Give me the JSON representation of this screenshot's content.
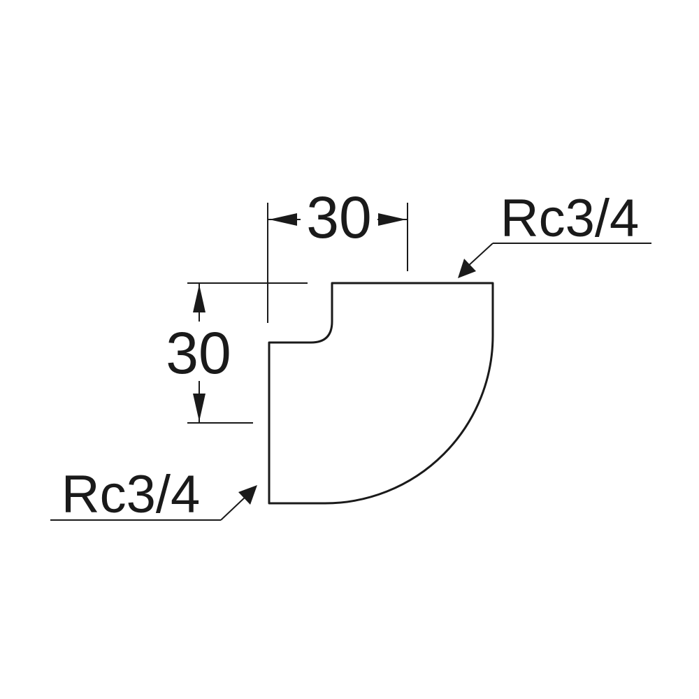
{
  "dimensions": {
    "horizontal": "30",
    "vertical": "30"
  },
  "thread_labels": {
    "top_right": "Rc3/4",
    "bottom_left": "Rc3/4"
  }
}
